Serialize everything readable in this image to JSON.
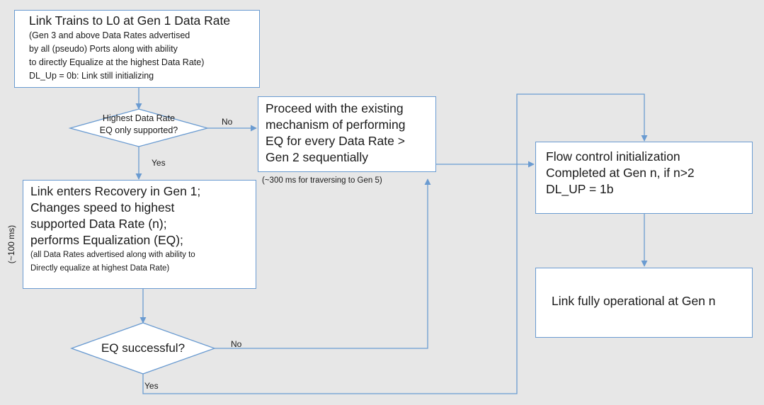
{
  "nodes": {
    "link_train": {
      "lines": [
        "Link Trains to L0 at Gen 1 Data Rate",
        "(Gen 3 and above Data Rates advertised",
        "by all (pseudo) Ports along with ability",
        "to directly Equalize at the highest Data Rate)",
        "DL_Up = 0b: Link still initializing"
      ]
    },
    "decision_highest": {
      "lines": [
        "Highest Data Rate",
        "EQ only supported?"
      ]
    },
    "proceed_existing": {
      "lines": [
        "Proceed with the existing",
        "mechanism of performing",
        "EQ for every Data Rate >",
        "Gen 2 sequentially"
      ]
    },
    "recovery": {
      "lines": [
        "Link enters Recovery in Gen 1;",
        "Changes speed to highest",
        "supported Data Rate (n);",
        "performs Equalization (EQ);",
        "(all Data Rates advertised along with ability to",
        "Directly equalize at highest Data Rate)"
      ]
    },
    "decision_eq": {
      "lines": [
        "EQ successful?"
      ]
    },
    "flow_control": {
      "lines": [
        "Flow control initialization",
        "Completed at Gen n, if n>2",
        "DL_UP = 1b"
      ]
    },
    "operational": {
      "lines": [
        "Link fully operational at Gen n"
      ]
    }
  },
  "labels": {
    "no_1": "No",
    "yes_1": "Yes",
    "no_2": "No",
    "yes_2": "Yes",
    "timing_300": "(~300 ms for traversing to Gen 5)",
    "timing_100": "(~100 ms)"
  },
  "colors": {
    "border": "#6a9bd1",
    "arrow": "#6a9bd1",
    "background": "#e7e7e7",
    "box_fill": "#ffffff"
  }
}
